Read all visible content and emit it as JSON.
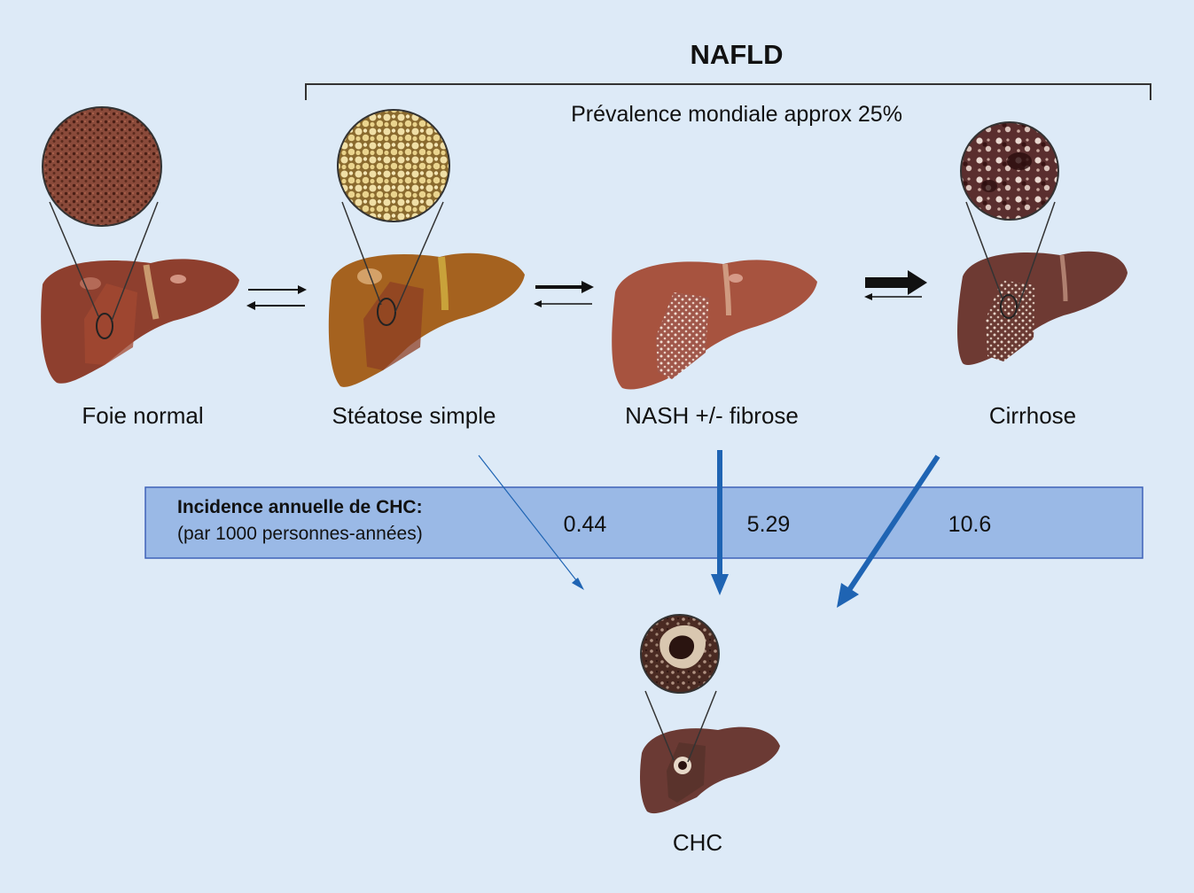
{
  "title": "NAFLD",
  "prevalence": "Prévalence mondiale approx 25%",
  "stages": [
    {
      "label": "Foie normal"
    },
    {
      "label": "Stéatose simple"
    },
    {
      "label": "NASH +/- fibrose"
    },
    {
      "label": "Cirrhose"
    }
  ],
  "incidence": {
    "title": "Incidence annuelle de CHC:",
    "subtitle": "(par 1000 personnes-années)",
    "values": [
      "0.44",
      "5.29",
      "10.6"
    ]
  },
  "outcome": {
    "label": "CHC"
  },
  "colors": {
    "background": "#ddeaf7",
    "band": "#9ab9e6",
    "band_border": "#3f63b8",
    "flow_arrow": "#1f64b3"
  }
}
